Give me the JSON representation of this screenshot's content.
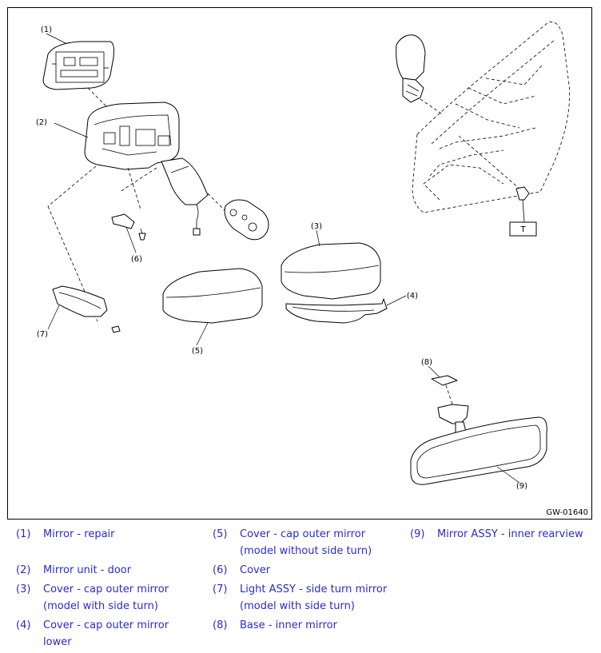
{
  "figure": {
    "code": "GW-01640",
    "callouts": [
      "(1)",
      "(2)",
      "(3)",
      "(4)",
      "(5)",
      "(6)",
      "(7)",
      "(8)",
      "(9)"
    ],
    "tool_tag": "T"
  },
  "legend": [
    {
      "num": "(1)",
      "line1": "Mirror - repair",
      "line2": ""
    },
    {
      "num": "(2)",
      "line1": "Mirror unit - door",
      "line2": ""
    },
    {
      "num": "(3)",
      "line1": "Cover - cap outer mirror",
      "line2": "(model with side turn)"
    },
    {
      "num": "(4)",
      "line1": "Cover - cap outer mirror",
      "line2": "lower"
    },
    {
      "num": "(5)",
      "line1": "Cover - cap outer mirror",
      "line2": "(model without side turn)"
    },
    {
      "num": "(6)",
      "line1": "Cover",
      "line2": ""
    },
    {
      "num": "(7)",
      "line1": "Light ASSY - side turn mirror",
      "line2": "(model with side turn)"
    },
    {
      "num": "(8)",
      "line1": "Base - inner mirror",
      "line2": ""
    },
    {
      "num": "(9)",
      "line1": "Mirror ASSY - inner rearview",
      "line2": ""
    }
  ],
  "colors": {
    "legend_text": "#2a2ad0",
    "line": "#000000"
  }
}
